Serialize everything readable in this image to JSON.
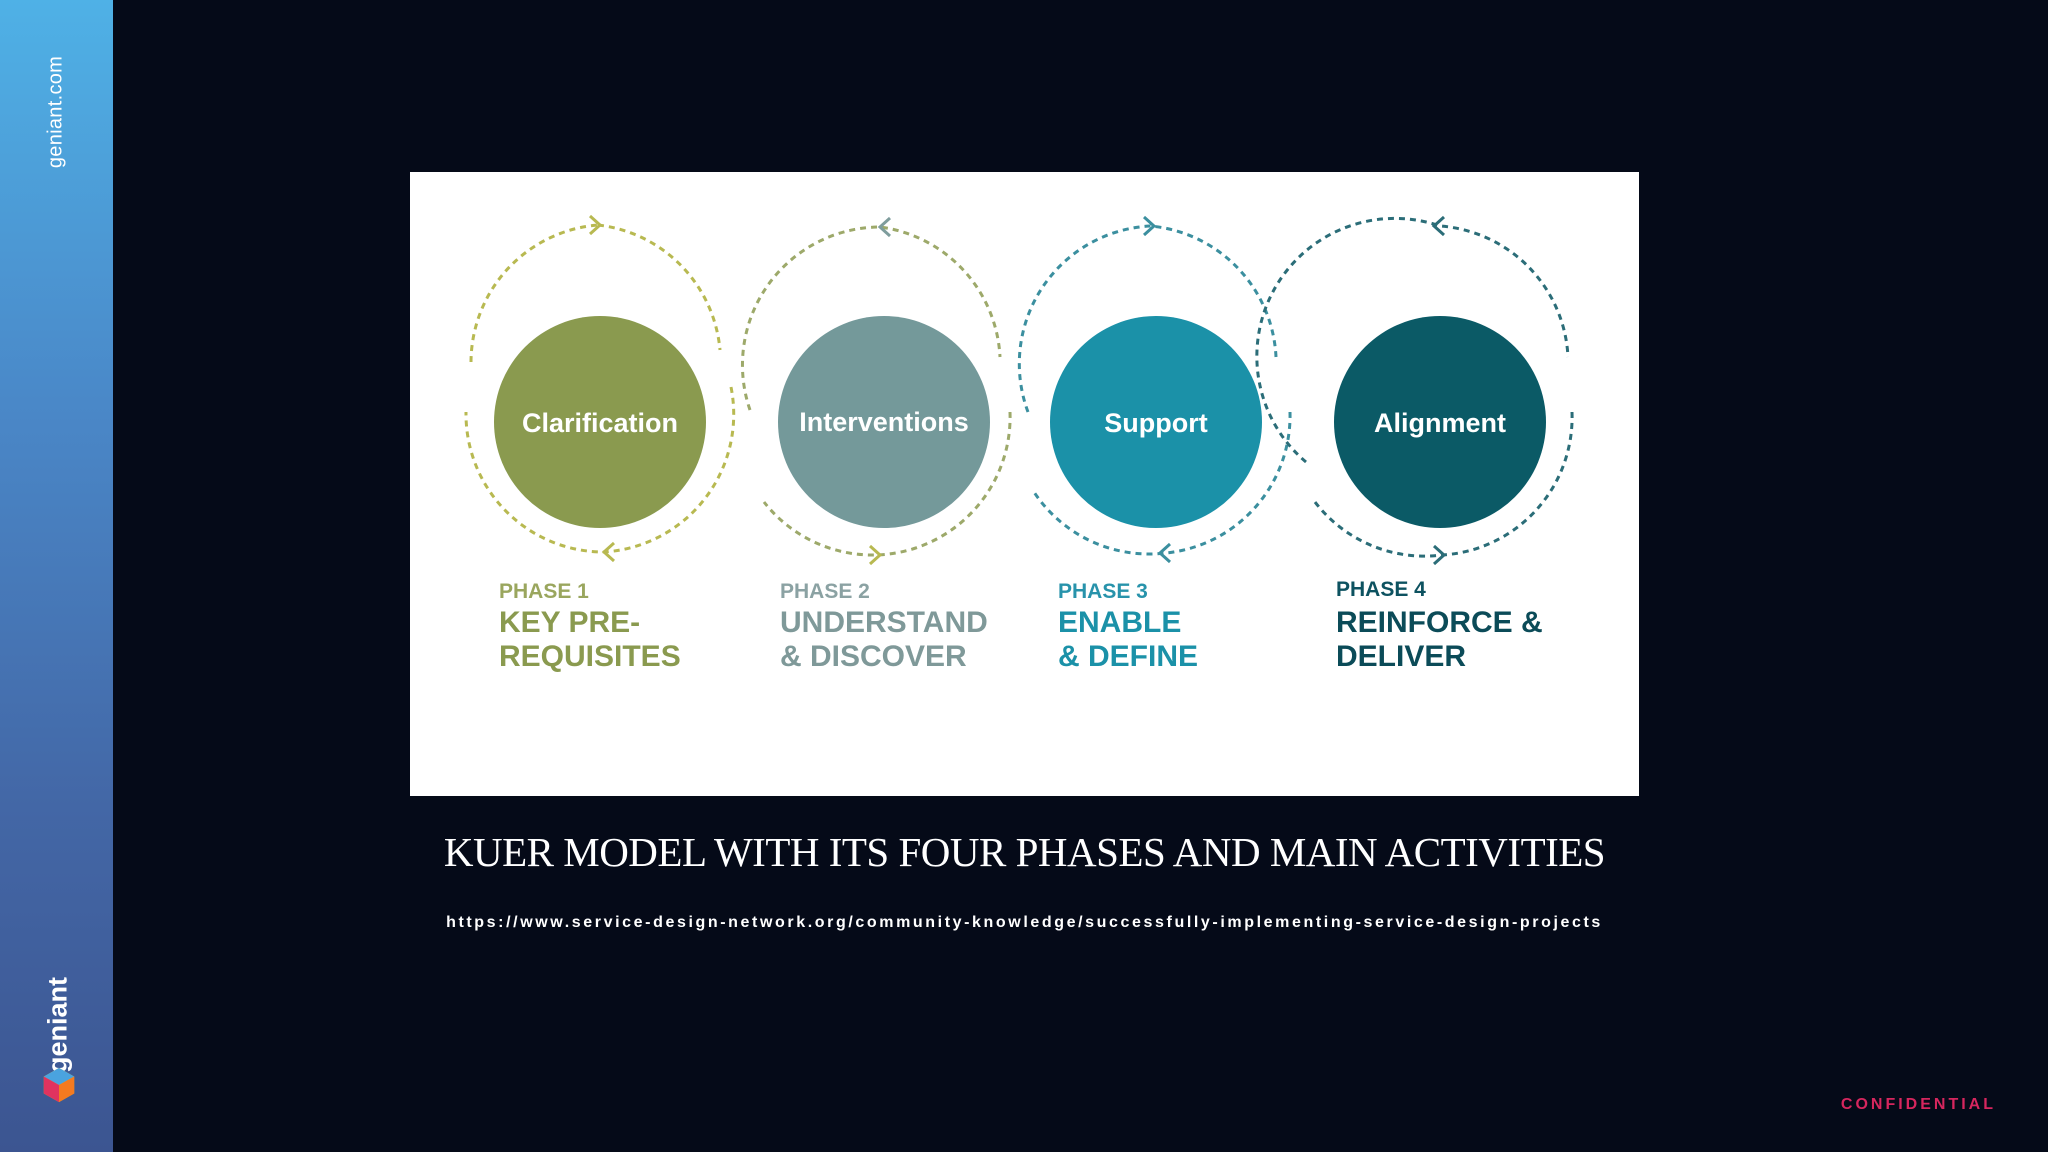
{
  "sidebar": {
    "site": "geniant.com",
    "brand": "geniant"
  },
  "diagram": {
    "phases": [
      {
        "circle_label": "Clarification",
        "phase": "PHASE 1",
        "title_line1": "KEY PRE-",
        "title_line2": "REQUISITES",
        "color": "#8a9a4f",
        "text_color": "#9aa65e",
        "ring_color": "#b8b951"
      },
      {
        "circle_label": "Interventions",
        "phase": "PHASE 2",
        "title_line1": "UNDERSTAND",
        "title_line2": "& DISCOVER",
        "color": "#74999a",
        "text_color": "#8ba2a3",
        "ring_color": "#9da96a"
      },
      {
        "circle_label": "Support",
        "phase": "PHASE 3",
        "title_line1": "ENABLE",
        "title_line2": "& DEFINE",
        "color": "#1b91a8",
        "text_color": "#2893ab",
        "ring_color": "#3b8f9f"
      },
      {
        "circle_label": "Alignment",
        "phase": "PHASE 4",
        "title_line1": "REINFORCE &",
        "title_line2": "DELIVER",
        "color": "#0b5a66",
        "text_color": "#0d5260",
        "ring_color": "#2b6d78"
      }
    ]
  },
  "caption": "KUER MODEL WITH ITS FOUR PHASES AND MAIN ACTIVITIES",
  "source_url": "https://www.service-design-network.org/community-knowledge/successfully-implementing-service-design-projects",
  "footer": {
    "confidential": "CONFIDENTIAL"
  }
}
